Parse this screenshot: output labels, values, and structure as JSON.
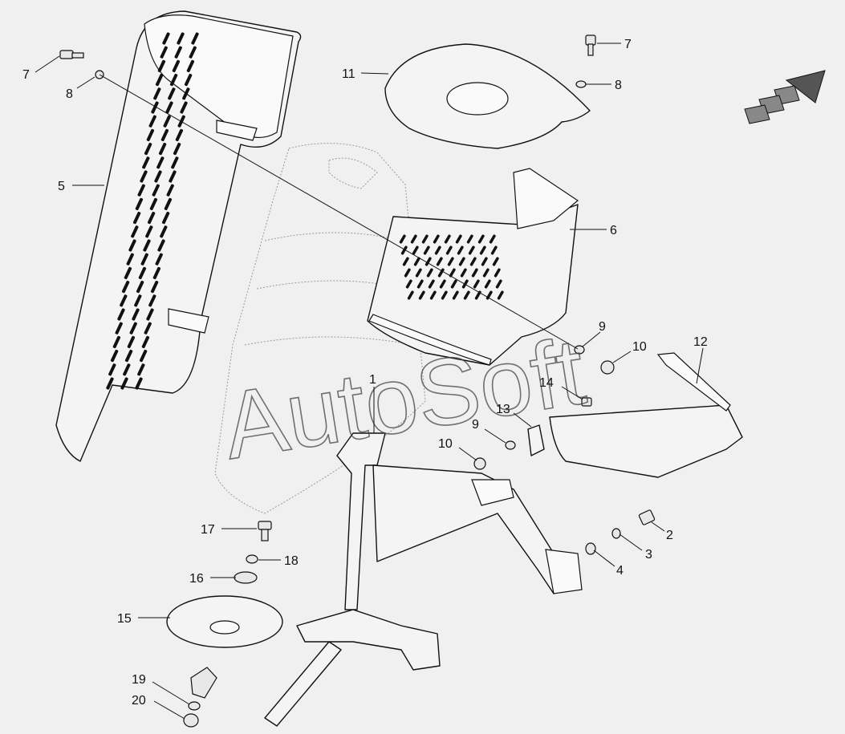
{
  "watermark_text": "AutoSoft",
  "callouts": [
    {
      "id": "c1",
      "label": "1"
    },
    {
      "id": "c2",
      "label": "2"
    },
    {
      "id": "c3",
      "label": "3"
    },
    {
      "id": "c4",
      "label": "4"
    },
    {
      "id": "c5",
      "label": "5"
    },
    {
      "id": "c6",
      "label": "6"
    },
    {
      "id": "c7a",
      "label": "7"
    },
    {
      "id": "c7b",
      "label": "7"
    },
    {
      "id": "c8a",
      "label": "8"
    },
    {
      "id": "c8b",
      "label": "8"
    },
    {
      "id": "c9a",
      "label": "9"
    },
    {
      "id": "c9b",
      "label": "9"
    },
    {
      "id": "c10a",
      "label": "10"
    },
    {
      "id": "c10b",
      "label": "10"
    },
    {
      "id": "c11",
      "label": "11"
    },
    {
      "id": "c12",
      "label": "12"
    },
    {
      "id": "c13",
      "label": "13"
    },
    {
      "id": "c14",
      "label": "14"
    },
    {
      "id": "c15",
      "label": "15"
    },
    {
      "id": "c16",
      "label": "16"
    },
    {
      "id": "c17",
      "label": "17"
    },
    {
      "id": "c18",
      "label": "18"
    },
    {
      "id": "c19",
      "label": "19"
    },
    {
      "id": "c20",
      "label": "20"
    }
  ],
  "icons": {
    "direction_arrow": "direction-arrow-icon"
  },
  "colors": {
    "background": "#f0f0f0",
    "line": "#111111"
  }
}
